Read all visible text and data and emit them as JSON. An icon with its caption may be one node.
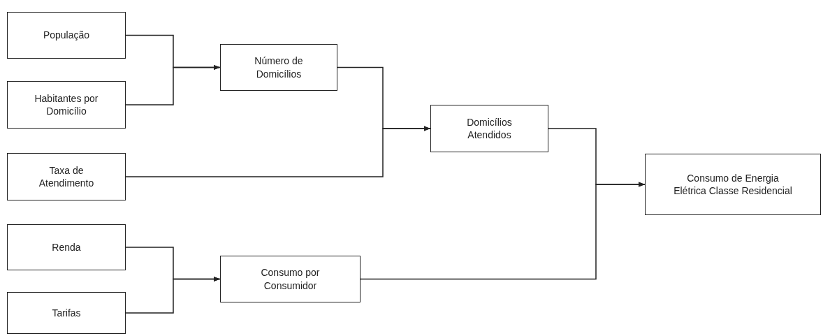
{
  "diagram": {
    "nodes": [
      {
        "text": [
          "População"
        ]
      },
      {
        "text": [
          "Número de Domicílios"
        ]
      },
      {
        "text": [
          "Habitantes por Domicílio"
        ]
      },
      {
        "text": [
          "Domicílios Atendidos"
        ]
      },
      {
        "text": [
          "Taxa de Atendimento"
        ]
      },
      {
        "text": [
          "Consumo de Energia Elétrica Classe Residencial"
        ]
      },
      {
        "text": [
          "Renda"
        ]
      },
      {
        "text": [
          "Consumo por Consumidor"
        ]
      },
      {
        "text": [
          "Tarifas"
        ]
      }
    ],
    "edges": [
      {
        "from": 0,
        "to": 1,
        "arrow": "to"
      },
      {
        "from": 2,
        "to": 1,
        "arrow": "to"
      },
      {
        "from": 1,
        "to": 3,
        "arrow": "to"
      },
      {
        "from": 4,
        "to": 3,
        "arrow": "to"
      },
      {
        "from": 3,
        "to": 5,
        "arrow": "to"
      },
      {
        "from": 7,
        "to": 5,
        "arrow": "to"
      },
      {
        "from": 6,
        "to": 7,
        "arrow": "to"
      },
      {
        "from": 8,
        "to": 7,
        "arrow": "to"
      }
    ]
  }
}
